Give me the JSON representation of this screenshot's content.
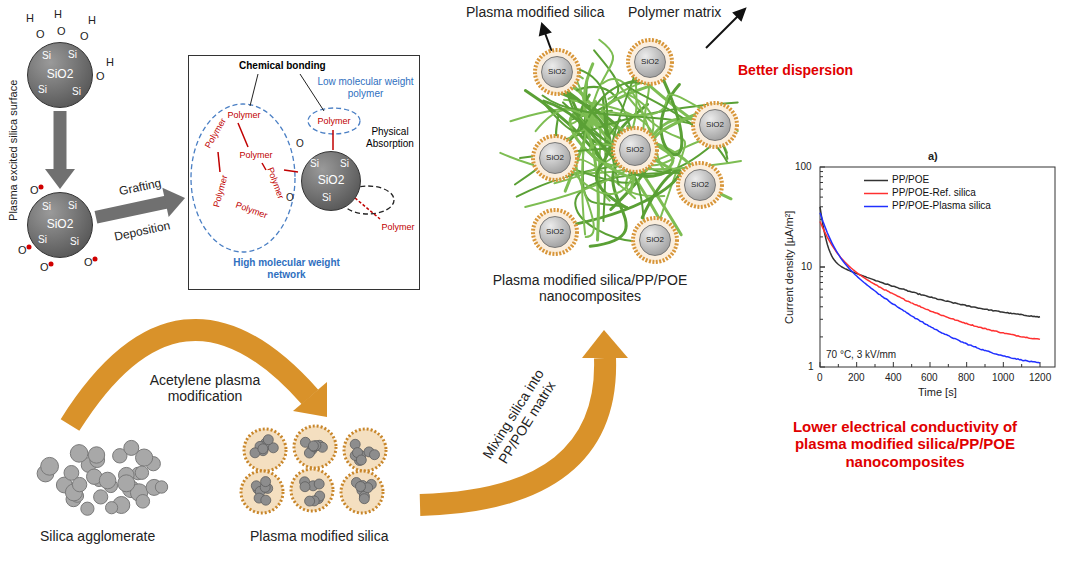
{
  "diagram": {
    "nodes": [
      {
        "text": [
          "SiO2"
        ]
      },
      {
        "text": [
          "SiO2"
        ]
      },
      {
        "text": [
          "Chemical bonding",
          "Low molecular weight polymer",
          "Physical Absorption",
          "High molecular weight network"
        ]
      },
      {
        "text": [
          "SiO2"
        ],
        "in": 2
      },
      {
        "text": [
          "SiO2"
        ]
      },
      {
        "text": [
          "SiO2"
        ]
      },
      {
        "text": [
          "SiO2"
        ]
      },
      {
        "text": [
          "SiO2"
        ]
      },
      {
        "text": [
          "SiO2"
        ]
      },
      {
        "text": [
          "SiO2"
        ]
      },
      {
        "text": [
          "SiO2"
        ]
      },
      {
        "text": [
          "SiO2"
        ]
      }
    ],
    "edges": [
      {
        "from": 0,
        "to": 1,
        "arrow": "to"
      },
      {
        "from": 1,
        "to": 2,
        "arrow": "to"
      }
    ],
    "labels": [
      "Plasma excited silica surface",
      "H",
      "H",
      "H",
      "O",
      "O",
      "O",
      "O",
      "H",
      "Si",
      "Si",
      "Si",
      "Si",
      "O",
      "O",
      "O",
      "O",
      "Si",
      "Si",
      "Si",
      "Si",
      "Grafting",
      "Deposition",
      "Polymer",
      "Polymer",
      "Polymer",
      "Polymer",
      "Polymer",
      "Polymer",
      "Polymer",
      "Polymer",
      "Si",
      "Si",
      "Si",
      "O",
      "O",
      "Plasma modified silica",
      "Polymer matrix",
      "Better dispersion",
      "Plasma modified silica/PP/POE nanocomposites",
      "Acetylene plasma modification",
      "Mixing silica into PP/POE matrix",
      "Silica agglomerate",
      "Plasma modified silica",
      "a)",
      "100",
      "10",
      "1",
      "0",
      "200",
      "400",
      "600",
      "800",
      "1000",
      "1200",
      "Current density [µA/m²]",
      "Time [s]",
      "70 °C, 3 kV/mm",
      "Lower electrical conductivity of plasma modified silica/PP/POE nanocomposites"
    ],
    "legend": [
      {
        "text": "PP/POE"
      },
      {
        "text": "PP/POE-Ref. silica"
      },
      {
        "text": "PP/POE-Plasma silica"
      }
    ]
  }
}
